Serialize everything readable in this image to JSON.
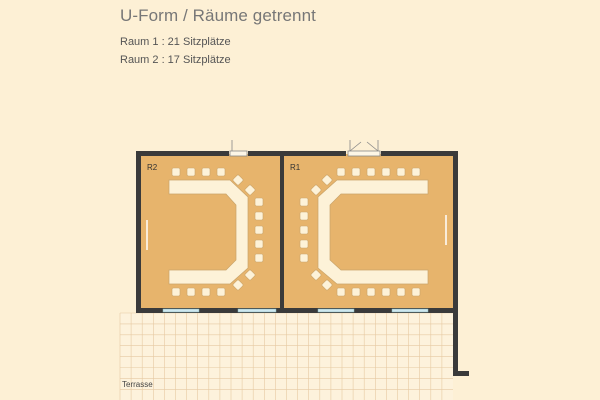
{
  "header": {
    "title": "U-Form / Räume getrennt",
    "rooms_info": [
      "Raum 1 : 21 Sitzplätze",
      "Raum 2 : 17 Sitzplätze"
    ]
  },
  "plan": {
    "rooms": [
      {
        "label": "R2",
        "seats": 17
      },
      {
        "label": "R1",
        "seats": 21
      }
    ],
    "terrace_label": "Terrasse"
  },
  "colors": {
    "background": "#fdf0d5",
    "floor": "#e7b46c",
    "wall": "#3a3a3a",
    "table": "#fdf2d8",
    "chair": "#fdf2d8",
    "terrace_grid": "#e6c9a2",
    "window": "#cfe8f0"
  }
}
